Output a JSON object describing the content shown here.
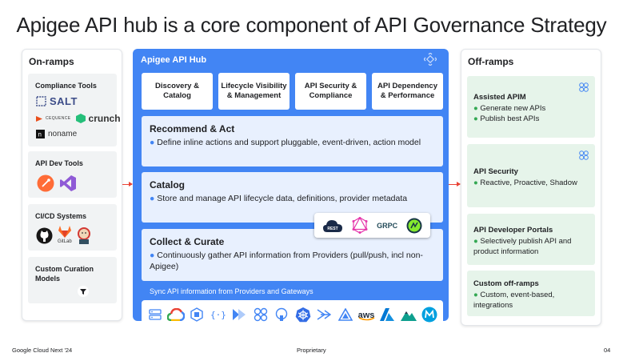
{
  "title": "Apigee API hub is a core component of API Governance  Strategy",
  "on_ramps": {
    "title": "On-ramps",
    "compliance": {
      "title": "Compliance Tools",
      "logos": {
        "salt": "SALT",
        "sequence": "CEQUENCE",
        "crunch": "crunch",
        "noname": "noname"
      }
    },
    "dev_tools": {
      "title": "API Dev Tools"
    },
    "cicd": {
      "title": "CI/CD Systems",
      "gitlab": "GitLab"
    },
    "curation": {
      "title": "Custom Curation Models"
    }
  },
  "hub": {
    "title": "Apigee API Hub",
    "capabilities": [
      "Discovery & Catalog",
      "Lifecycle Visibility & Management",
      "API Security & Compliance",
      "API Dependency & Performance"
    ],
    "sections": [
      {
        "title": "Recommend & Act",
        "desc": "Define inline actions and support pluggable, event-driven, action model"
      },
      {
        "title": "Catalog",
        "desc": "Store and manage API lifecycle data, definitions, provider metadata"
      },
      {
        "title": "Collect & Curate",
        "desc": "Continuously gather API information from Providers (pull/push, incl non-Apigee)"
      }
    ],
    "badges": {
      "rest": "REST",
      "grpc": "GRPC"
    },
    "sync": "Sync API information from Providers and Gateways",
    "aws": "aws"
  },
  "off_ramps": {
    "title": "Off-ramps",
    "cards": [
      {
        "title": "Assisted APIM",
        "items": [
          "Generate new APIs",
          "Publish best APIs"
        ]
      },
      {
        "title": "API Security",
        "items": [
          "Reactive, Proactive, Shadow"
        ]
      },
      {
        "title": "API Developer Portals",
        "items": [
          "Selectively publish API and product information"
        ]
      },
      {
        "title": "Custom off-ramps",
        "items": [
          "Custom, event-based, integrations"
        ]
      }
    ]
  },
  "footer": {
    "left": "Google Cloud Next '24",
    "center": "Proprietary",
    "right": "04"
  },
  "colors": {
    "hub_blue": "#4285f4",
    "section_bg": "#e8f0fe",
    "offramp_bg": "#e6f4ea",
    "arrow": "#ea4335",
    "bullet_green": "#34a853"
  }
}
